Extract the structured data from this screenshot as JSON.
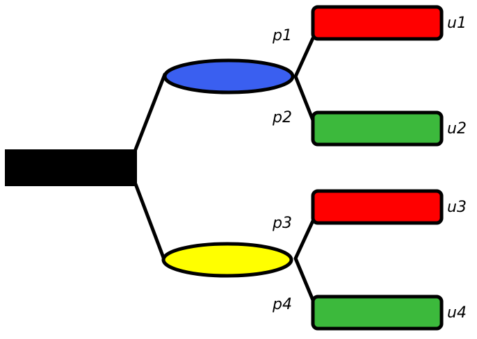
{
  "colors": {
    "root": "#000000",
    "blue_node": "#3a5ff0",
    "yellow_node": "#ffff00",
    "red_leaf": "#ff0000",
    "green_leaf": "#3cb93c"
  },
  "edge_labels": {
    "p1": "p1",
    "p2": "p2",
    "p3": "p3",
    "p4": "p4"
  },
  "leaf_labels": {
    "u1": "u1",
    "u2": "u2",
    "u3": "u3",
    "u4": "u4"
  }
}
